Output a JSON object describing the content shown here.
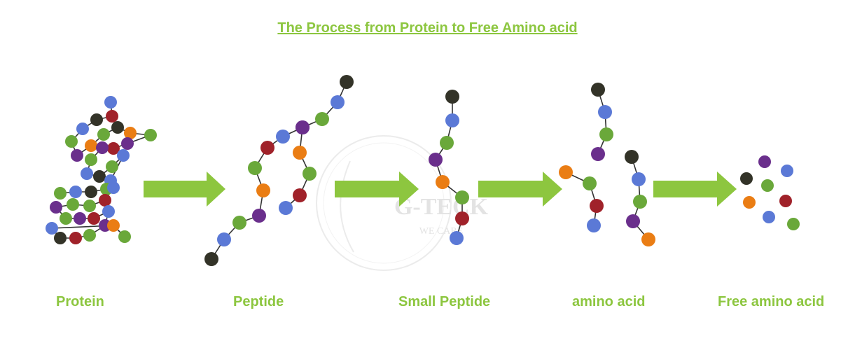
{
  "title": "The Process from Protein to Free Amino acid",
  "stages": [
    {
      "label": "Protein"
    },
    {
      "label": "Peptide"
    },
    {
      "label": "Small Peptide"
    },
    {
      "label": "amino acid"
    },
    {
      "label": "Free amino acid"
    }
  ],
  "watermark": {
    "brand": "G-TECK",
    "tagline": "WE CARE"
  },
  "colors": {
    "text_green": "#8cc63f",
    "arrow_green": "#8dc63f",
    "bead_green": "#6aa83a",
    "bead_blue": "#5b79d6",
    "bead_purple": "#6a2f8c",
    "bead_red": "#a0222a",
    "bead_orange": "#ea7d14",
    "bead_black": "#333328",
    "link": "#333333"
  }
}
